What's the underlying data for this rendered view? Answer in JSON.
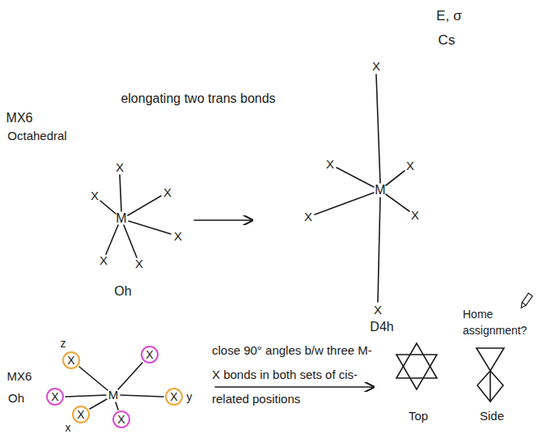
{
  "diagram": {
    "labels": [
      "E, σ",
      "Cs",
      "MX6",
      "elongating two trans bonds",
      "Octahedral",
      "X",
      "X",
      "X",
      "M",
      "X",
      "X",
      "X",
      "Oh",
      "X",
      "X",
      "X",
      "M",
      "X",
      "X",
      "X",
      "D4h",
      "z",
      "X",
      "X",
      "MX6",
      "X",
      "M",
      "X",
      "y",
      "Oh",
      "X",
      "X",
      "x",
      "close 90° angles b/w three M-X bonds in both sets of cis-related positions",
      "Home assignment?",
      "Top",
      "Side"
    ]
  }
}
